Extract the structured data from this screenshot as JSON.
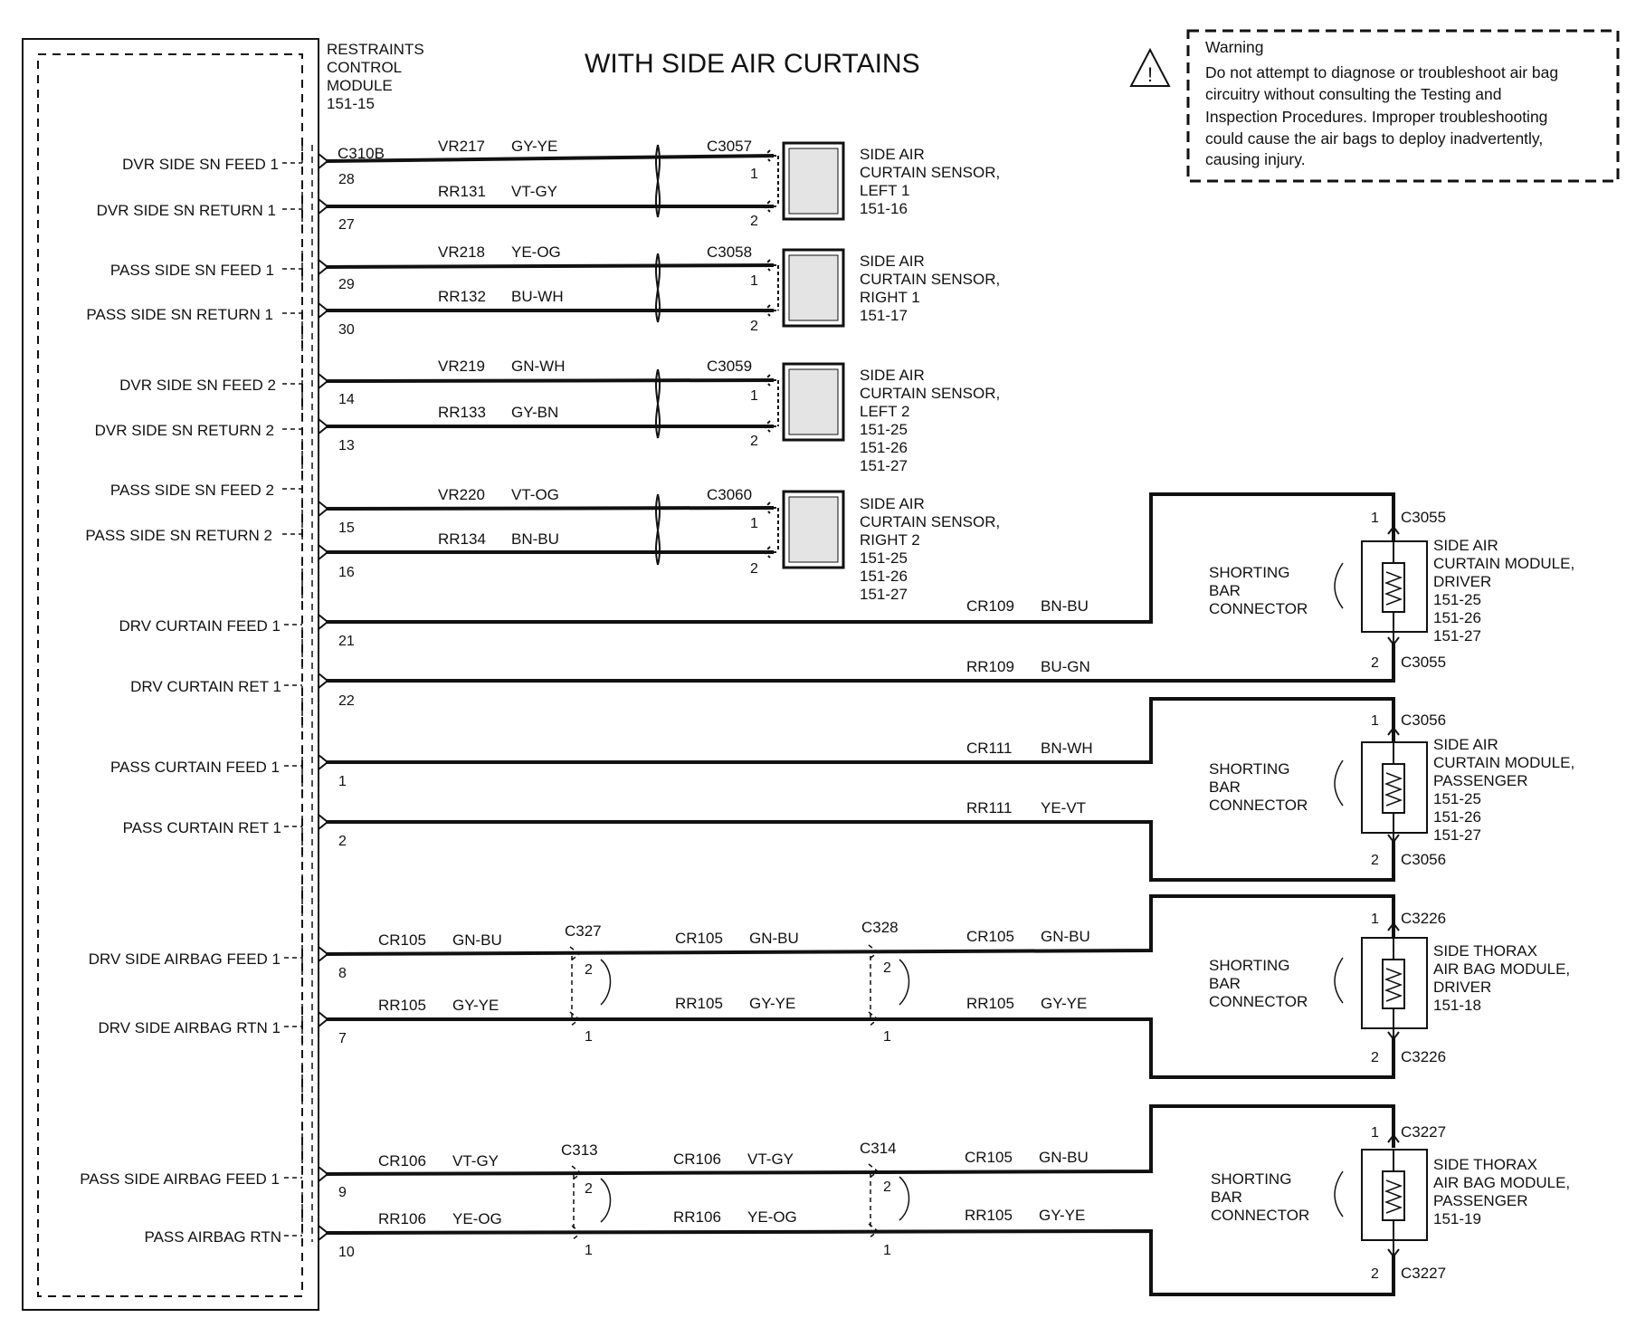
{
  "title": "WITH SIDE AIR CURTAINS",
  "module": {
    "name_lines": [
      "RESTRAINTS",
      "CONTROL",
      "MODULE",
      "151-15"
    ],
    "connector": "C310B"
  },
  "warning": {
    "heading": "Warning",
    "lines": [
      "Do not attempt to diagnose or troubleshoot air bag",
      "circuitry without consulting the Testing and",
      "Inspection Procedures. Improper troubleshooting",
      "could cause the air bags to deploy inadvertently,",
      "causing injury."
    ]
  },
  "signals": [
    "DVR SIDE SN FEED 1",
    "DVR SIDE SN RETURN 1",
    "PASS SIDE SN FEED 1",
    "PASS SIDE SN RETURN 1",
    "DVR SIDE SN FEED 2",
    "DVR SIDE SN RETURN 2",
    "PASS SIDE SN FEED 2",
    "PASS SIDE SN RETURN 2",
    "DRV CURTAIN FEED 1",
    "DRV CURTAIN RET 1",
    "PASS CURTAIN FEED 1",
    "PASS CURTAIN RET 1",
    "DRV SIDE AIRBAG FEED 1",
    "DRV SIDE AIRBAG RTN 1",
    "PASS SIDE AIRBAG FEED 1",
    "PASS AIRBAG RTN"
  ],
  "sensors": [
    {
      "connector": "C3057",
      "label_lines": [
        "SIDE AIR",
        "CURTAIN SENSOR,",
        "LEFT 1",
        "151-16"
      ],
      "wires": [
        {
          "pin": "28",
          "circuit": "VR217",
          "color": "GY-YE",
          "sensor_pin": "1"
        },
        {
          "pin": "27",
          "circuit": "RR131",
          "color": "VT-GY",
          "sensor_pin": "2"
        }
      ]
    },
    {
      "connector": "C3058",
      "label_lines": [
        "SIDE AIR",
        "CURTAIN SENSOR,",
        "RIGHT 1",
        "151-17"
      ],
      "wires": [
        {
          "pin": "29",
          "circuit": "VR218",
          "color": "YE-OG",
          "sensor_pin": "1"
        },
        {
          "pin": "30",
          "circuit": "RR132",
          "color": "BU-WH",
          "sensor_pin": "2"
        }
      ]
    },
    {
      "connector": "C3059",
      "label_lines": [
        "SIDE AIR",
        "CURTAIN SENSOR,",
        "LEFT 2",
        "151-25",
        "151-26",
        "151-27"
      ],
      "wires": [
        {
          "pin": "14",
          "circuit": "VR219",
          "color": "GN-WH",
          "sensor_pin": "1"
        },
        {
          "pin": "13",
          "circuit": "RR133",
          "color": "GY-BN",
          "sensor_pin": "2"
        }
      ]
    },
    {
      "connector": "C3060",
      "label_lines": [
        "SIDE AIR",
        "CURTAIN SENSOR,",
        "RIGHT 2",
        "151-25",
        "151-26",
        "151-27"
      ],
      "wires": [
        {
          "pin": "15",
          "circuit": "VR220",
          "color": "VT-OG",
          "sensor_pin": "1"
        },
        {
          "pin": "16",
          "circuit": "RR134",
          "color": "BN-BU",
          "sensor_pin": "2"
        }
      ]
    }
  ],
  "curtain_modules": [
    {
      "connector": "C3055",
      "label_lines": [
        "SIDE AIR",
        "CURTAIN MODULE,",
        "DRIVER",
        "151-25",
        "151-26",
        "151-27"
      ],
      "shorting": [
        "SHORTING",
        "BAR",
        "CONNECTOR"
      ],
      "pins": [
        "1",
        "2"
      ],
      "wires": [
        {
          "pin": "21",
          "circuit": "CR109",
          "color": "BN-BU"
        },
        {
          "pin": "22",
          "circuit": "RR109",
          "color": "BU-GN"
        }
      ]
    },
    {
      "connector": "C3056",
      "label_lines": [
        "SIDE AIR",
        "CURTAIN MODULE,",
        "PASSENGER",
        "151-25",
        "151-26",
        "151-27"
      ],
      "shorting": [
        "SHORTING",
        "BAR",
        "CONNECTOR"
      ],
      "pins": [
        "1",
        "2"
      ],
      "wires": [
        {
          "pin": "1",
          "circuit": "CR111",
          "color": "BN-WH"
        },
        {
          "pin": "2",
          "circuit": "RR111",
          "color": "YE-VT"
        }
      ]
    }
  ],
  "thorax_modules": [
    {
      "connector": "C3226",
      "label_lines": [
        "SIDE THORAX",
        "AIR BAG MODULE,",
        "DRIVER",
        "151-18"
      ],
      "shorting": [
        "SHORTING",
        "BAR",
        "CONNECTOR"
      ],
      "pins": [
        "1",
        "2"
      ],
      "inline": [
        {
          "name": "C327",
          "pins": [
            "2",
            "1"
          ]
        },
        {
          "name": "C328",
          "pins": [
            "2",
            "1"
          ]
        }
      ],
      "wires": [
        {
          "pin": "8",
          "segments": [
            {
              "circuit": "CR105",
              "color": "GN-BU"
            },
            {
              "circuit": "CR105",
              "color": "GN-BU"
            },
            {
              "circuit": "CR105",
              "color": "GN-BU"
            }
          ]
        },
        {
          "pin": "7",
          "segments": [
            {
              "circuit": "RR105",
              "color": "GY-YE"
            },
            {
              "circuit": "RR105",
              "color": "GY-YE"
            },
            {
              "circuit": "RR105",
              "color": "GY-YE"
            }
          ]
        }
      ]
    },
    {
      "connector": "C3227",
      "label_lines": [
        "SIDE THORAX",
        "AIR BAG MODULE,",
        "PASSENGER",
        "151-19"
      ],
      "shorting": [
        "SHORTING",
        "BAR",
        "CONNECTOR"
      ],
      "pins": [
        "1",
        "2"
      ],
      "inline": [
        {
          "name": "C313",
          "pins": [
            "2",
            "1"
          ]
        },
        {
          "name": "C314",
          "pins": [
            "2",
            "1"
          ]
        }
      ],
      "wires": [
        {
          "pin": "9",
          "segments": [
            {
              "circuit": "CR106",
              "color": "VT-GY"
            },
            {
              "circuit": "CR106",
              "color": "VT-GY"
            },
            {
              "circuit": "CR105",
              "color": "GN-BU"
            }
          ]
        },
        {
          "pin": "10",
          "segments": [
            {
              "circuit": "RR106",
              "color": "YE-OG"
            },
            {
              "circuit": "RR106",
              "color": "YE-OG"
            },
            {
              "circuit": "RR105",
              "color": "GY-YE"
            }
          ]
        }
      ]
    }
  ]
}
